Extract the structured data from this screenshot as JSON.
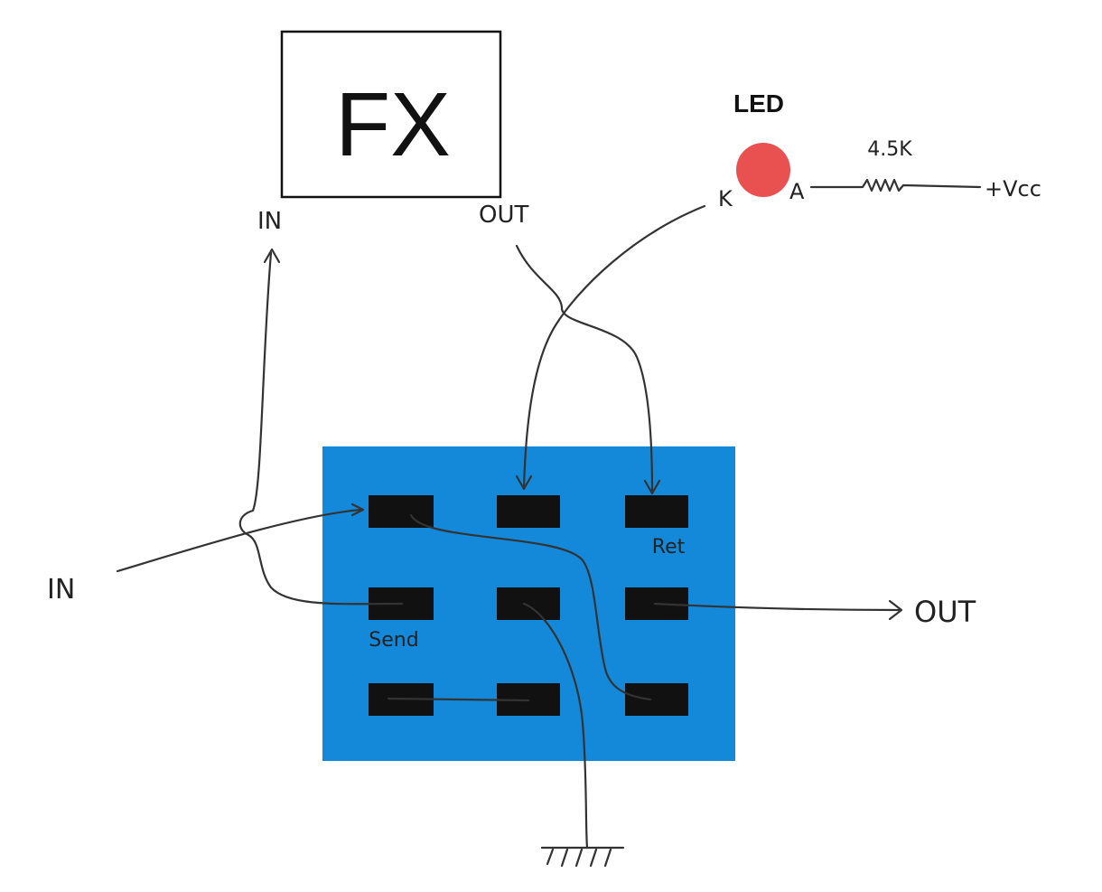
{
  "fx_box": {
    "label": "FX",
    "in_label": "IN",
    "out_label": "OUT"
  },
  "led": {
    "label": "LED",
    "cathode": "K",
    "anode": "A",
    "color": "#e8514f"
  },
  "resistor": {
    "value": "4.5K",
    "supply": "+Vcc"
  },
  "switch": {
    "color": "#1489d9",
    "pad_color": "#111111",
    "ret_label": "Ret",
    "send_label": "Send"
  },
  "signals": {
    "input": "IN",
    "output": "OUT"
  }
}
